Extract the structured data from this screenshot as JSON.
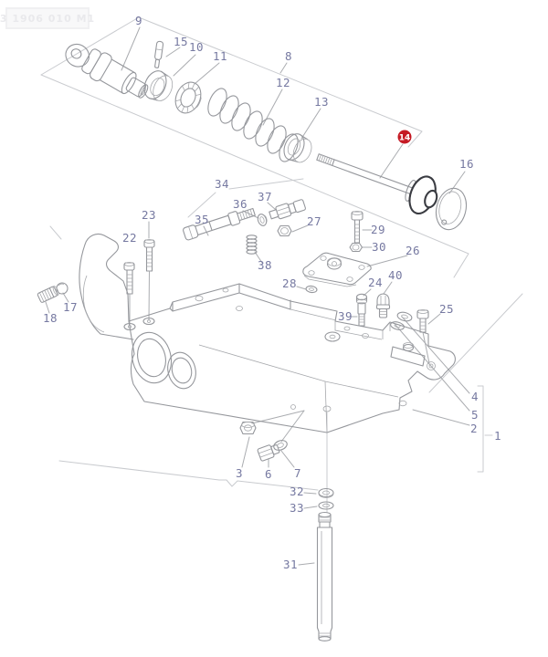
{
  "watermark": {
    "text": "3 1906 010 M1"
  },
  "diagram": {
    "description": "Exploded parts diagram - hydraulic lift cover assembly",
    "highlight": {
      "number": "14",
      "color": "#c51a24"
    },
    "label_color": "#7679a1",
    "part_line_color": "#95979c",
    "construction_line_color": "#c9cbcf",
    "callouts": {
      "c1": "1",
      "c2": "2",
      "c3": "3",
      "c4": "4",
      "c5": "5",
      "c6": "6",
      "c7": "7",
      "c8": "8",
      "c9": "9",
      "c10": "10",
      "c11": "11",
      "c12": "12",
      "c13": "13",
      "c14": "14",
      "c15": "15",
      "c16": "16",
      "c17": "17",
      "c18": "18",
      "c22": "22",
      "c23": "23",
      "c24": "24",
      "c25": "25",
      "c26": "26",
      "c27": "27",
      "c28": "28",
      "c29": "29",
      "c30": "30",
      "c31": "31",
      "c32": "32",
      "c33": "33",
      "c34": "34",
      "c35": "35",
      "c36": "36",
      "c37": "37",
      "c38": "38",
      "c39": "39",
      "c40": "40"
    }
  }
}
